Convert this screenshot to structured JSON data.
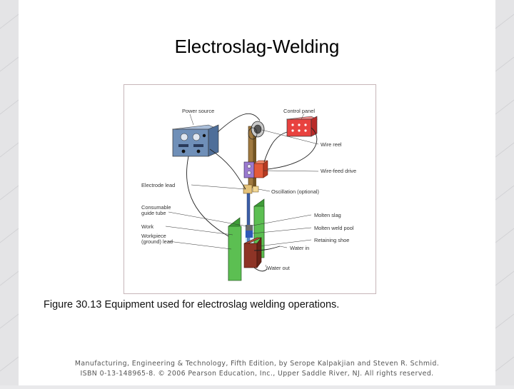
{
  "slide": {
    "title": "Electroslag-Welding",
    "caption": "Figure 30.13  Equipment used for electroslag welding operations.",
    "credit_line1": "Manufacturing, Engineering & Technology, Fifth Edition, by Serope Kalpakjian and Steven R. Schmid.",
    "credit_line2": "ISBN 0-13-148965-8. © 2006 Pearson Education, Inc., Upper Saddle River, NJ.  All rights reserved."
  },
  "diagram": {
    "labels": {
      "power_source": "Power source",
      "control_panel": "Control panel",
      "wire_reel": "Wire reel",
      "wire_feed_drive": "Wire-feed drive",
      "electrode_lead": "Electrode lead",
      "oscillation": "Oscillation (optional)",
      "consumable_guide_tube_1": "Consumable",
      "consumable_guide_tube_2": "guide tube",
      "work": "Work",
      "workpiece_lead_1": "Workpiece",
      "workpiece_lead_2": "(ground) lead",
      "molten_slag": "Molten slag",
      "molten_weld_pool": "Molten weld pool",
      "retaining_shoe": "Retaining shoe",
      "water_in": "Water in",
      "water_out": "Water out"
    },
    "colors": {
      "frame_border": "#c7b6b9",
      "power_source": "#6f8fb8",
      "control_panel": "#e8423f",
      "wire_feed_drive_box": "#e35a3a",
      "wire_feed_drive_head": "#9b7ad0",
      "workpiece": "#5cbf52",
      "retaining_shoe": "#8e3426",
      "guide_tube": "#3c5fa8",
      "column": "#a0793f"
    }
  }
}
